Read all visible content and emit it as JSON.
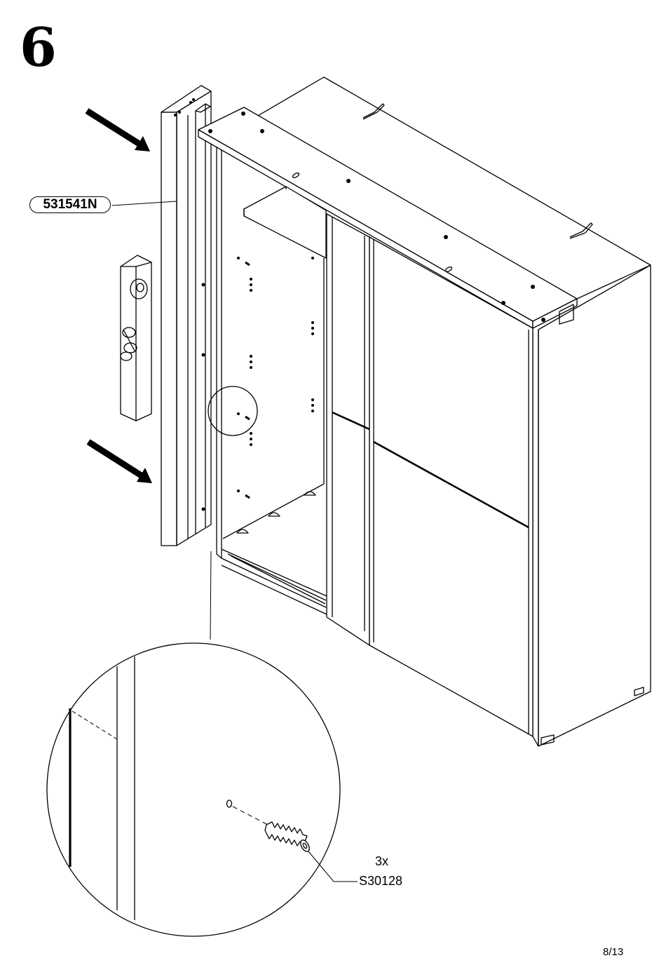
{
  "step": {
    "number": "6"
  },
  "part": {
    "code": "531541N"
  },
  "hardware": {
    "quantity": "3x",
    "code": "S30128"
  },
  "page": {
    "indicator": "8/13"
  }
}
